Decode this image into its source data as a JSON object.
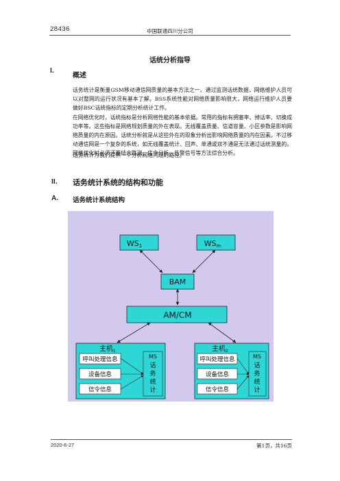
{
  "header": {
    "code": "28436",
    "company": "中国联通四川分公司"
  },
  "document": {
    "title": "话统分析指导"
  },
  "section1": {
    "number": "I.",
    "title": "概述",
    "paragraphs": [
      "话务统计是衡量GSM移动通信网质量的基本方法之一。通过监测话统数据，网络维护人员可以对整网的运行状况有基本了解。BSS系统性能对网络质量影响很大，网络运行维护人员要做好BSC话统指标的定期分析统计工作。",
      "在网络优化时，话统指标是分析网络性能的基本依据。常用的指标有拥塞率、掉话率、切换成功率等。这些指标是网络规划质量的外在表现。无线覆盖质量、信道容量、小区参数是影响网络质量的内在原因。话统分析就是从这些外在的现象分析出影响网络质量的内在因素。不过移动通信网是一个复杂的系统，如无线覆盖统计、回声、单通或双不通是无法通过话统测量的。网络优化时必须还要结合路测，信令分析，告警信号等方法综合分析。",
      "话务统计为我们提供一个分析网络问题的路径。"
    ]
  },
  "section2": {
    "number": "II.",
    "title": "话务统计系统的结构和功能"
  },
  "sectionA": {
    "number": "A.",
    "title": "话务统计系统结构"
  },
  "diagram": {
    "ws1_main": "WS",
    "ws1_sub": "1",
    "wsm_main": "WS",
    "wsm_sub": "m",
    "bam": "BAM",
    "amcm": "AM/CM",
    "host1_main": "主机",
    "host1_sub": "1",
    "host2_main": "主机",
    "host2_sub": "2",
    "info_call": "呼叫处理信息",
    "info_device": "设备信息",
    "info_signal": "信令信息",
    "ms_label": "MS",
    "ms_traffic1_chars": [
      "话",
      "务",
      "统",
      "计"
    ],
    "ms_traffic2_chars": [
      "话",
      "务",
      "统",
      "计"
    ],
    "colors": {
      "box_fill": "#2fd6d6",
      "panel_bg": "#d3c8ee",
      "stroke": "#222222"
    }
  },
  "footer": {
    "date": "2020-6-27",
    "page": "第1页，共16页"
  }
}
